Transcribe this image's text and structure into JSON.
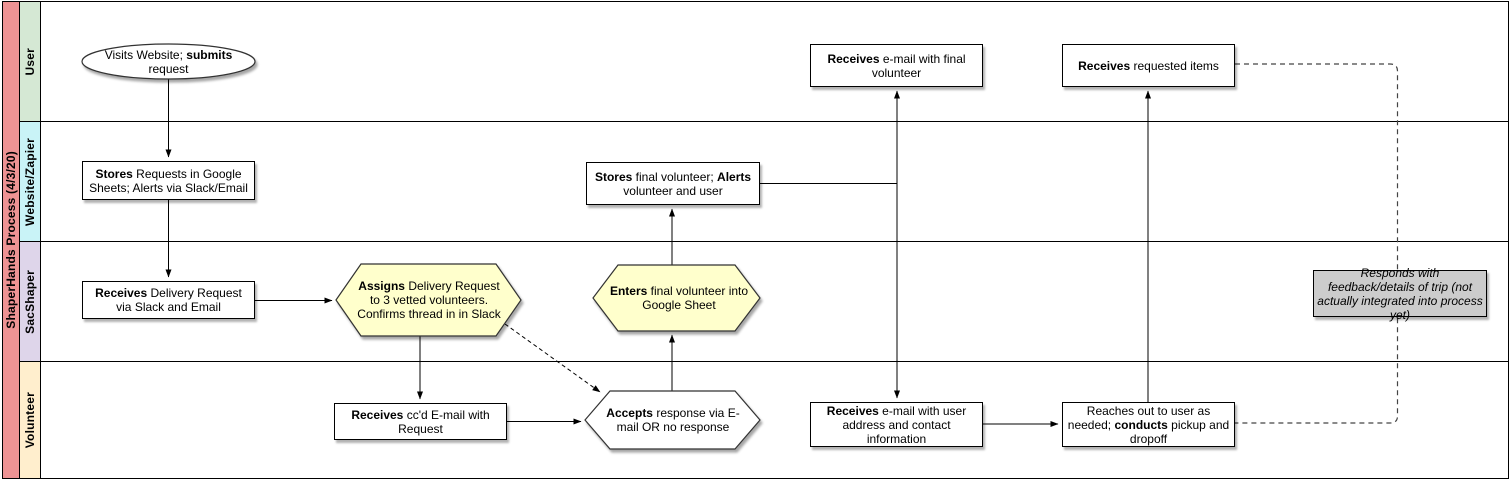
{
  "diagram": {
    "title": "ShaperHands Process (4/3/20)",
    "title_bg": "#ee9394",
    "lanes": [
      {
        "label": "User",
        "bg": "#d5e8d4"
      },
      {
        "label": "Website/Zapier",
        "bg": "#c9f3f7"
      },
      {
        "label": "SacShaper",
        "bg": "#ded5ea"
      },
      {
        "label": "Volunteer",
        "bg": "#ffeecd"
      }
    ],
    "colors": {
      "hexagon_fill": "#ffffcc",
      "process_fill": "#ffffff",
      "note_fill": "#cccccc",
      "shape_border": "#333333",
      "dashed_line": "#444444"
    },
    "nodes": {
      "visits": {
        "shape": "ellipse",
        "lane": "User",
        "segments": [
          {
            "t": "Visits Website; ",
            "b": 0
          },
          {
            "t": "submits",
            "b": 1
          },
          {
            "t": " request",
            "b": 0
          }
        ]
      },
      "stores_requests": {
        "shape": "rect",
        "lane": "Website/Zapier",
        "segments": [
          {
            "t": "Stores",
            "b": 1
          },
          {
            "t": " Requests in Google Sheets; Alerts via Slack/Email",
            "b": 0
          }
        ]
      },
      "receives_delivery": {
        "shape": "rect",
        "lane": "SacShaper",
        "segments": [
          {
            "t": "Receives",
            "b": 1
          },
          {
            "t": " Delivery Request via Slack and Email",
            "b": 0
          }
        ]
      },
      "assigns": {
        "shape": "hexagon",
        "lane": "SacShaper",
        "segments": [
          {
            "t": "Assigns",
            "b": 1
          },
          {
            "t": " Delivery Request to 3 vetted volunteers. Confirms thread in in Slack",
            "b": 0
          }
        ]
      },
      "receives_ccd": {
        "shape": "rect",
        "lane": "Volunteer",
        "segments": [
          {
            "t": "Receives",
            "b": 1
          },
          {
            "t": " cc'd E-mail with Request",
            "b": 0
          }
        ]
      },
      "accepts": {
        "shape": "hexagon",
        "lane": "Volunteer",
        "segments": [
          {
            "t": "Accepts",
            "b": 1
          },
          {
            "t": " response via E-mail OR no response",
            "b": 0
          }
        ]
      },
      "enters": {
        "shape": "hexagon",
        "lane": "SacShaper",
        "segments": [
          {
            "t": "Enters",
            "b": 1
          },
          {
            "t": " final volunteer into Google Sheet",
            "b": 0
          }
        ]
      },
      "stores_final": {
        "shape": "rect",
        "lane": "Website/Zapier",
        "segments": [
          {
            "t": "Stores",
            "b": 1
          },
          {
            "t": " final volunteer; ",
            "b": 0
          },
          {
            "t": "Alerts",
            "b": 1
          },
          {
            "t": " volunteer and user",
            "b": 0
          }
        ]
      },
      "receives_final_email": {
        "shape": "rect",
        "lane": "User",
        "segments": [
          {
            "t": "Receives",
            "b": 1
          },
          {
            "t": " e-mail with final volunteer",
            "b": 0
          }
        ]
      },
      "receives_user_email": {
        "shape": "rect",
        "lane": "Volunteer",
        "segments": [
          {
            "t": "Receives",
            "b": 1
          },
          {
            "t": " e-mail with user address and contact information",
            "b": 0
          }
        ]
      },
      "receives_items": {
        "shape": "rect",
        "lane": "User",
        "segments": [
          {
            "t": "Receives",
            "b": 1
          },
          {
            "t": " requested items",
            "b": 0
          }
        ]
      },
      "reaches_out": {
        "shape": "rect",
        "lane": "Volunteer",
        "segments": [
          {
            "t": "Reaches out to user as needed; ",
            "b": 0
          },
          {
            "t": "conducts",
            "b": 1
          },
          {
            "t": " pickup and dropoff",
            "b": 0
          }
        ]
      },
      "responds_note": {
        "shape": "note",
        "lane": "SacShaper",
        "segments": [
          {
            "t": "Responds with feedback/details of trip (not actually integrated into process yet)",
            "b": 0
          }
        ]
      }
    }
  }
}
